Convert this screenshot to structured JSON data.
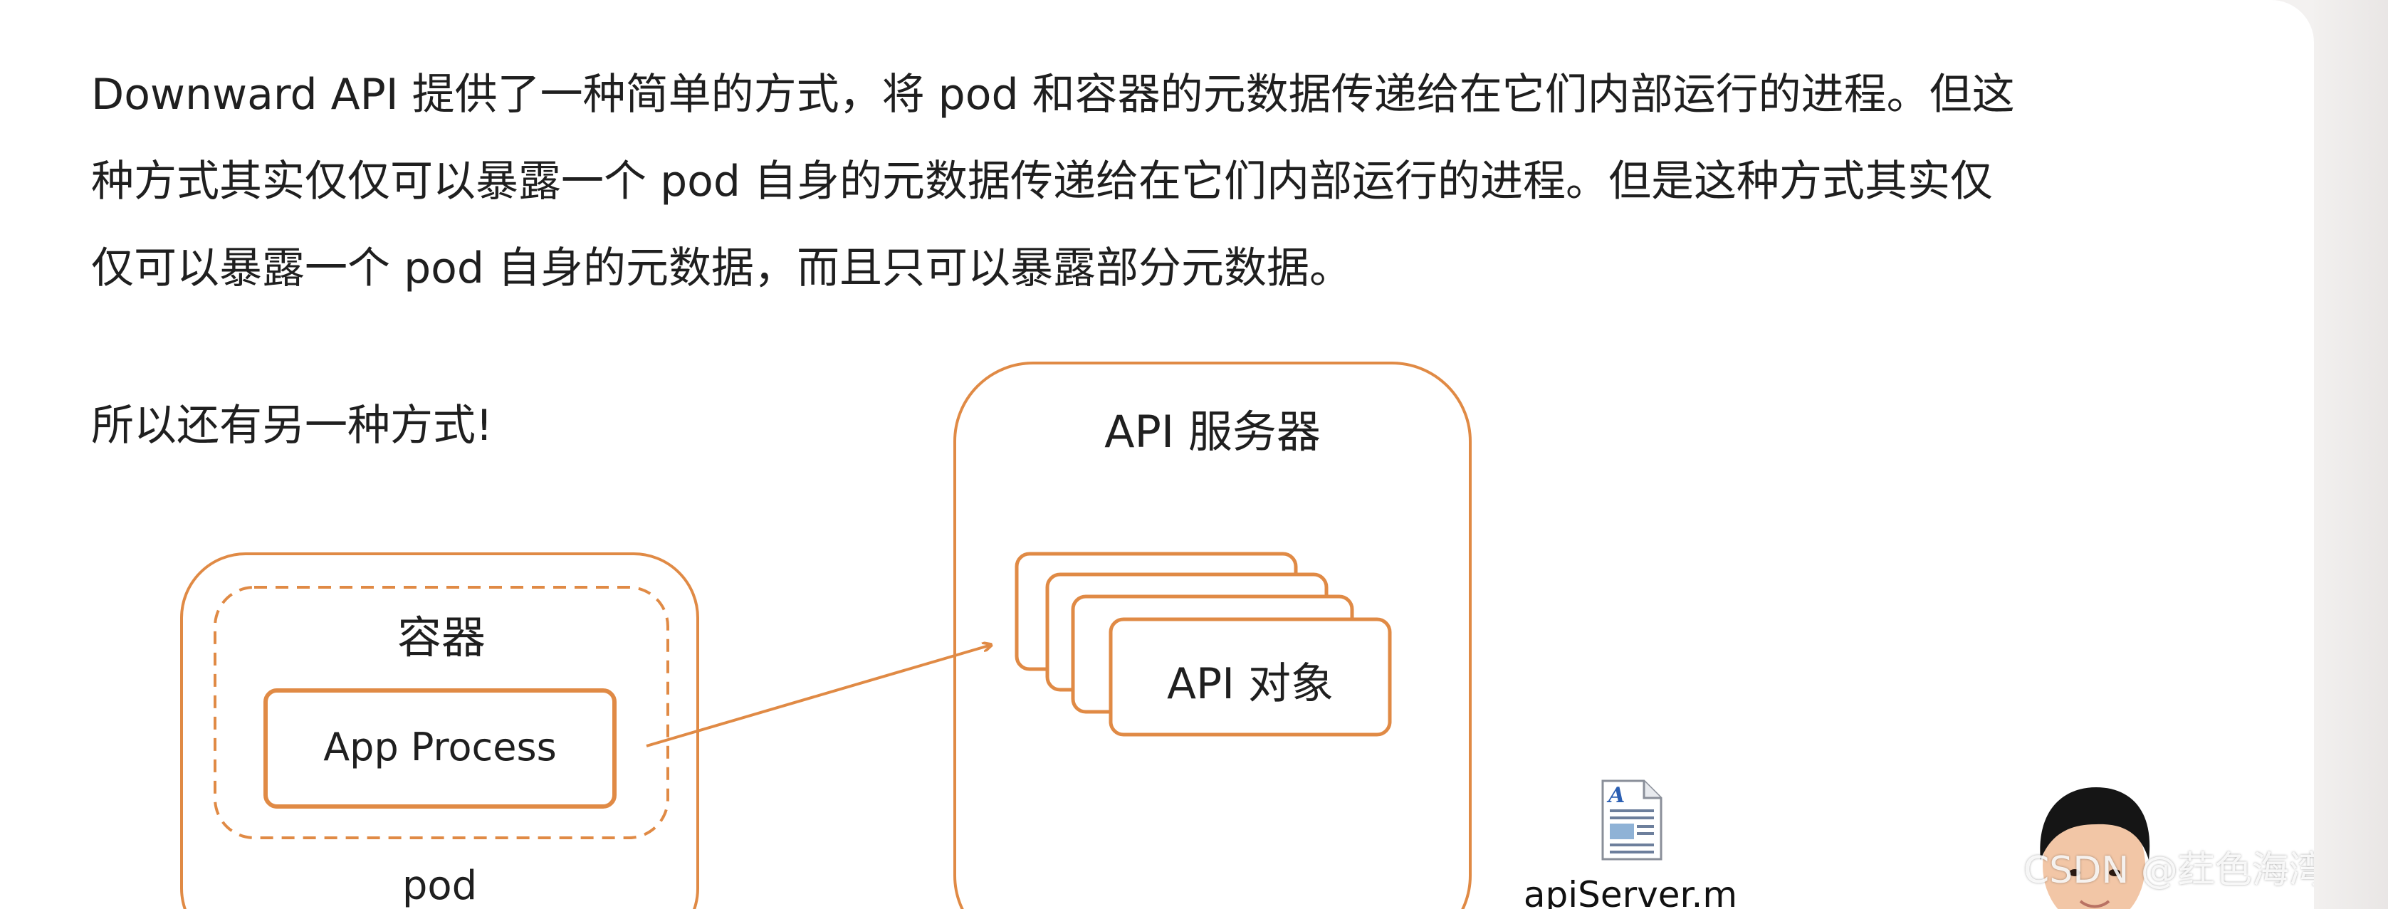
{
  "text": {
    "lines": [
      "Downward API 提供了一种简单的方式，将 pod 和容器的元数据传递给在它们内部运行的进程。但这",
      "种方式其实仅仅可以暴露一个 pod 自身的元数据传递给在它们内部运行的进程。但是这种方式其实仅",
      "仅可以暴露一个 pod 自身的元数据，而且只可以暴露部分元数据。"
    ],
    "note": "所以还有另一种方式!"
  },
  "diagram": {
    "api_server_label": "API 服务器",
    "api_object_label": "API 对象",
    "container_label": "容器",
    "app_process_label": "App Process",
    "pod_label": "pod",
    "accent_color": "#e08a45"
  },
  "file": {
    "icon": "document-icon",
    "name": "apiServer.m"
  },
  "presenter": {
    "icon": "presenter-avatar"
  },
  "watermark": "CSDN @荭色海湾"
}
